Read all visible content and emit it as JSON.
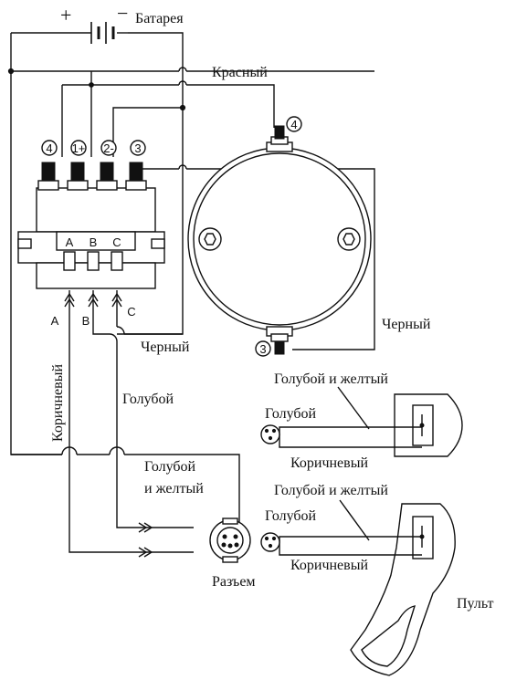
{
  "battery": {
    "plus": "+",
    "minus": "−",
    "label": "Батарея"
  },
  "wires": {
    "red": "Красный",
    "black_top": "Черный",
    "black_bottom": "Черный",
    "brown": "Коричневый",
    "blue": "Голубой",
    "blue_yellow": "Голубой\nи желтый"
  },
  "solenoid": {
    "terminals": [
      "4",
      "1+",
      "2-",
      "3"
    ],
    "sockets": [
      "A",
      "B",
      "C"
    ]
  },
  "motor": {
    "terminal_top": "4",
    "terminal_bottom": "3"
  },
  "remote_top": {
    "label_blue_yellow": "Голубой и желтый",
    "label_blue": "Голубой",
    "label_brown": "Коричневый"
  },
  "remote_bottom": {
    "label_blue_yellow": "Голубой и желтый",
    "label_blue": "Голубой",
    "label_brown": "Коричневый"
  },
  "connector": {
    "label": "Разъем"
  },
  "remote": {
    "label": "Пульт"
  },
  "colors": {
    "ink": "#111111",
    "background": "#ffffff"
  }
}
